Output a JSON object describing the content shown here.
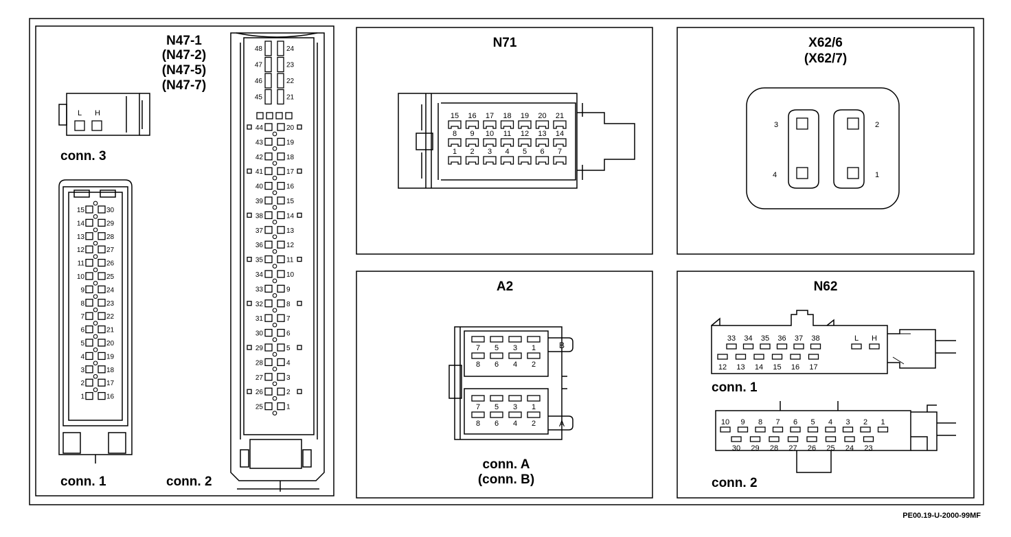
{
  "colors": {
    "ink": "#000000",
    "paper": "#ffffff"
  },
  "panels": {
    "n47": {
      "titles": [
        "N47-1",
        "(N47-2)",
        "(N47-5)",
        "(N47-7)"
      ],
      "conn3": {
        "label": "conn. 3",
        "pins": [
          "L",
          "H"
        ]
      },
      "conn1": {
        "label": "conn. 1",
        "left": [
          "15",
          "14",
          "13",
          "12",
          "11",
          "10",
          "9",
          "8",
          "7",
          "6",
          "5",
          "4",
          "3",
          "2",
          "1"
        ],
        "right": [
          "30",
          "29",
          "28",
          "27",
          "26",
          "25",
          "24",
          "23",
          "22",
          "21",
          "20",
          "19",
          "18",
          "17",
          "16"
        ]
      },
      "conn2": {
        "label": "conn. 2",
        "left_top": [
          "48",
          "47",
          "46",
          "45"
        ],
        "right_top": [
          "24",
          "23",
          "22",
          "21"
        ],
        "left": [
          "44",
          "43",
          "42",
          "41",
          "40",
          "39",
          "38",
          "37",
          "36",
          "35",
          "34",
          "33",
          "32",
          "31",
          "30",
          "29",
          "28",
          "27",
          "26",
          "25"
        ],
        "right": [
          "20",
          "19",
          "18",
          "17",
          "16",
          "15",
          "14",
          "13",
          "12",
          "11",
          "10",
          "9",
          "8",
          "7",
          "6",
          "5",
          "4",
          "3",
          "2",
          "1"
        ]
      }
    },
    "n71": {
      "title": "N71",
      "row1": [
        "15",
        "16",
        "17",
        "18",
        "19",
        "20",
        "21"
      ],
      "row2": [
        "8",
        "9",
        "10",
        "11",
        "12",
        "13",
        "14"
      ],
      "row3": [
        "1",
        "2",
        "3",
        "4",
        "5",
        "6",
        "7"
      ]
    },
    "x62": {
      "title": "X62/6",
      "subtitle": "(X62/7)",
      "pins": {
        "p1": "1",
        "p2": "2",
        "p3": "3",
        "p4": "4"
      }
    },
    "a2": {
      "title": "A2",
      "block_b": {
        "tag": "B",
        "top": [
          "7",
          "5",
          "3",
          "1"
        ],
        "bottom": [
          "8",
          "6",
          "4",
          "2"
        ]
      },
      "block_a": {
        "tag": "A",
        "top": [
          "7",
          "5",
          "3",
          "1"
        ],
        "bottom": [
          "8",
          "6",
          "4",
          "2"
        ]
      },
      "label": "conn. A",
      "label2": "(conn. B)"
    },
    "n62": {
      "title": "N62",
      "conn1": {
        "label": "conn. 1",
        "top": [
          "33",
          "34",
          "35",
          "36",
          "37",
          "38"
        ],
        "bottom": [
          "12",
          "13",
          "14",
          "15",
          "16",
          "17"
        ],
        "lh": [
          "L",
          "H"
        ]
      },
      "conn2": {
        "label": "conn. 2",
        "top": [
          "10",
          "9",
          "8",
          "7",
          "6",
          "5",
          "4",
          "3",
          "2",
          "1"
        ],
        "bottom": [
          "30",
          "29",
          "28",
          "27",
          "26",
          "25",
          "24",
          "23"
        ]
      }
    }
  },
  "footer": {
    "code": "PE00.19-U-2000-99MF"
  }
}
